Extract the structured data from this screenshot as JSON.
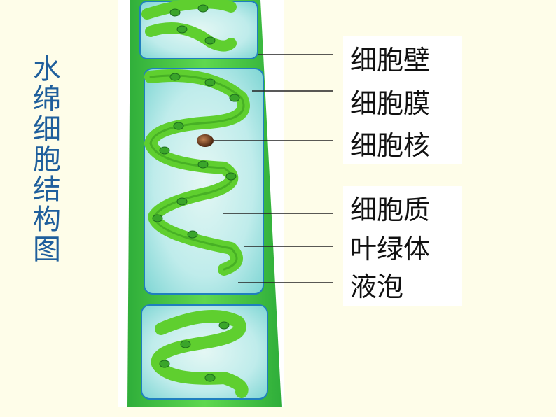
{
  "title_chars": [
    "水",
    "绵",
    "细",
    "胞",
    "结",
    "构",
    "图"
  ],
  "labels": {
    "cell_wall": "细胞壁",
    "cell_membrane": "细胞膜",
    "nucleus": "细胞核",
    "cytoplasm": "细胞质",
    "chloroplast": "叶绿体",
    "vacuole": "液泡"
  },
  "colors": {
    "background": "#fefde9",
    "title": "#1f5f9c",
    "cell_wall": "#3fbf3f",
    "cell_interior": "#b9ecec",
    "chloroplast": "#5fcf2f",
    "nucleus": "#6b3a1a"
  }
}
